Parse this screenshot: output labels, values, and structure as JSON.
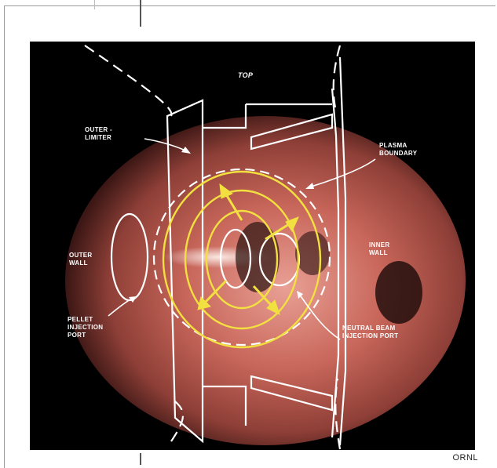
{
  "figure": {
    "labels": {
      "top": "TOP",
      "outer_limiter": "OUTER -\nLIMITER",
      "plasma_boundary": "PLASMA\nBOUNDARY",
      "inner_wall": "INNER\nWALL",
      "outer_wall": "OUTER\nWALL",
      "pellet_injection_port": "PELLET\nINJECTION\nPORT",
      "neutral_beam_injection_port": "NEUTRAL BEAM\nINJECTION PORT"
    },
    "credit": "ORNL",
    "colors": {
      "background": "#000000",
      "plasma_glow": "#c8665a",
      "outline": "#ffffff",
      "flux_surfaces": "#f2e040"
    }
  }
}
